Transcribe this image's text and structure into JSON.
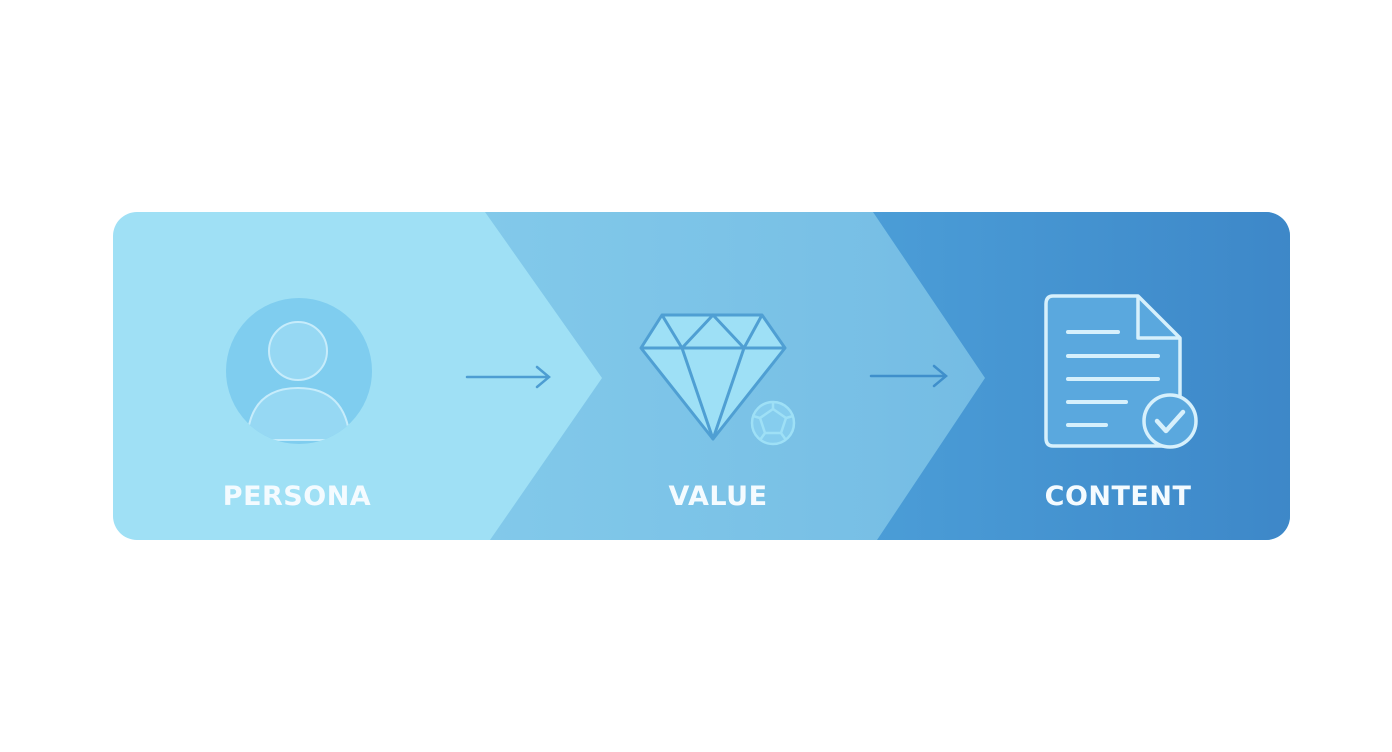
{
  "stages": [
    {
      "label": "PERSONA",
      "icon": "user-avatar-icon"
    },
    {
      "label": "VALUE",
      "icon": "diamond-icon"
    },
    {
      "label": "CONTENT",
      "icon": "document-check-icon"
    }
  ],
  "connectors": [
    "arrow-right-icon",
    "arrow-right-icon"
  ],
  "colors": {
    "background": "#ffffff",
    "stage1": "#9fe0f5",
    "stage2_start": "#82c8ea",
    "stage2_end": "#6fb6e1",
    "stage3_start": "#4a9bd6",
    "stage3_end": "#3e88c8",
    "icon_line": "#cfeefb",
    "arrow": "#4a95cf"
  }
}
